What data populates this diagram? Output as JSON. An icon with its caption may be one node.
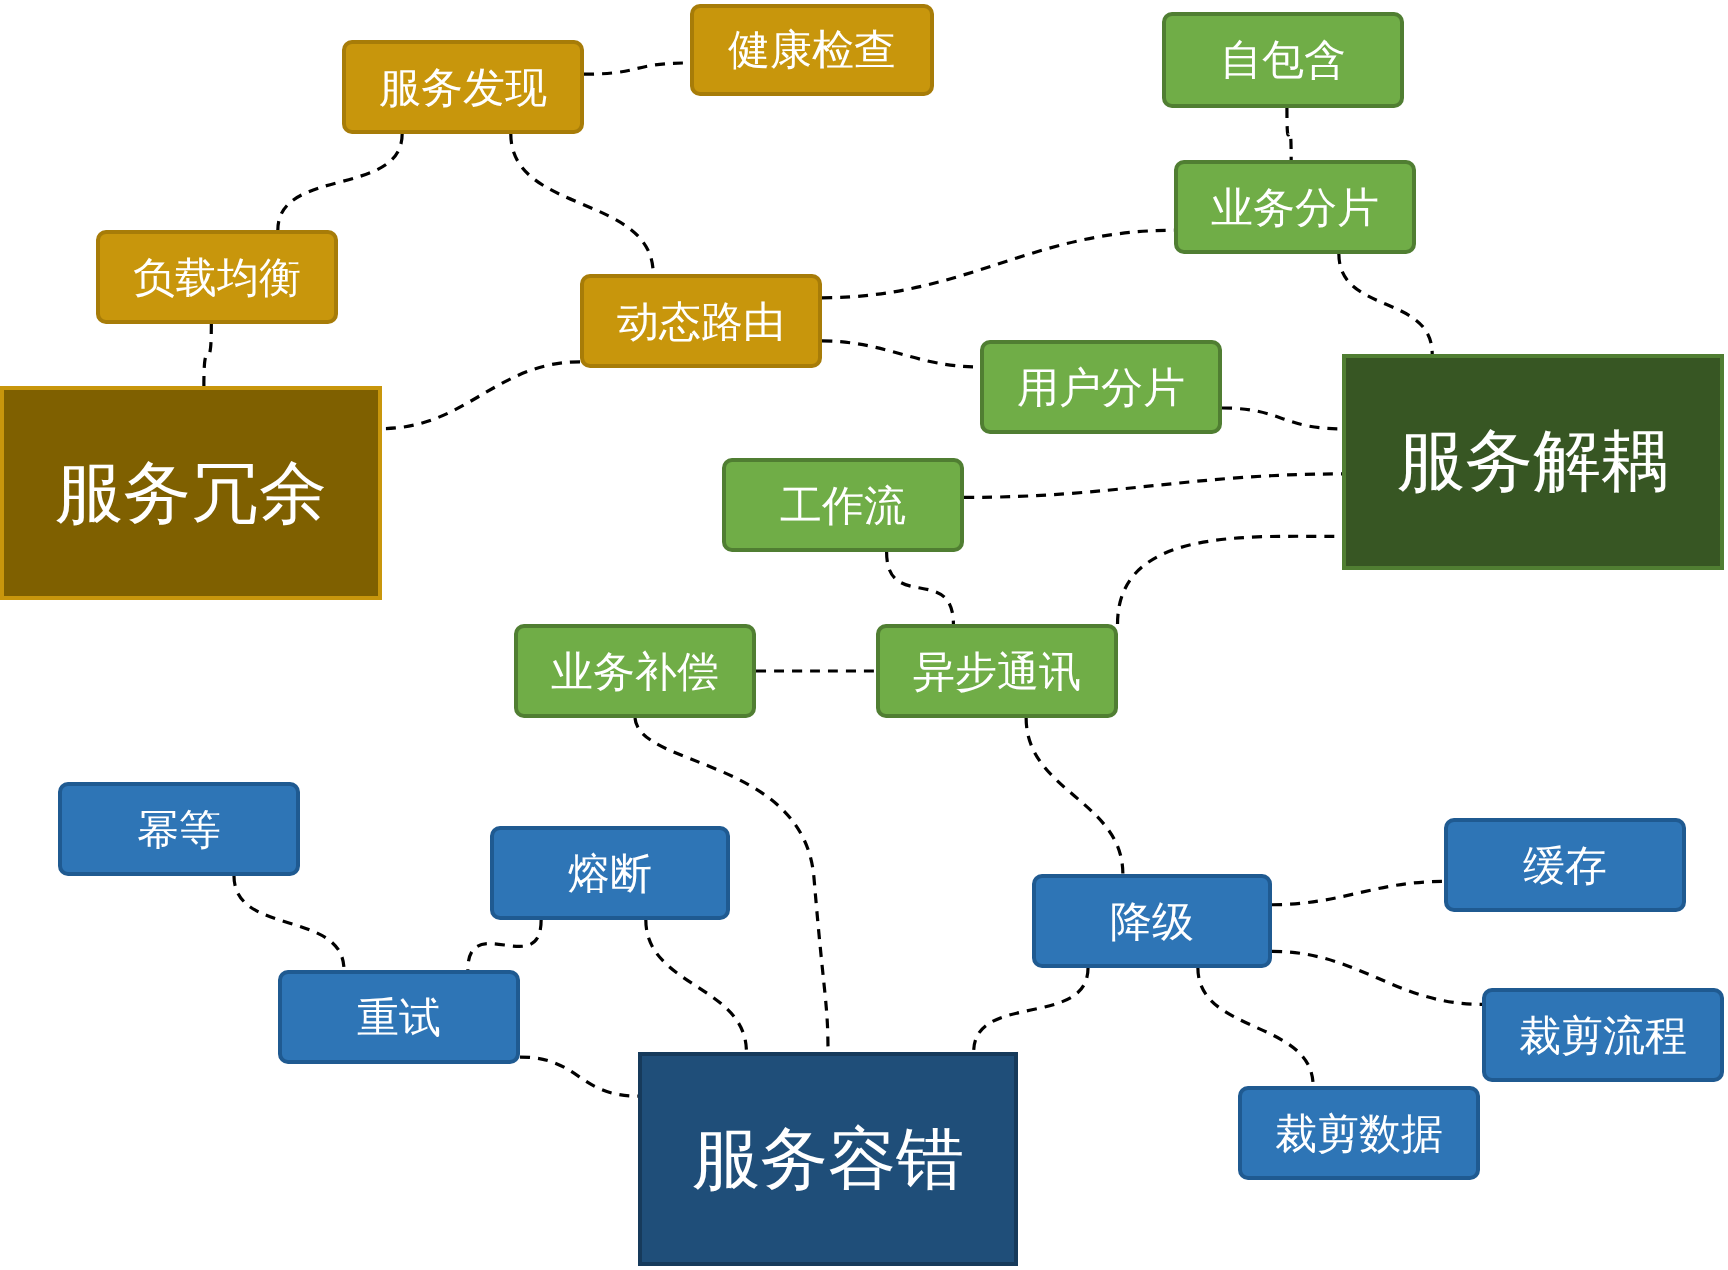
{
  "diagram": {
    "nodes": [
      {
        "text": [
          "服务发现"
        ]
      },
      {
        "text": [
          "健康检查"
        ]
      },
      {
        "text": [
          "负载均衡"
        ]
      },
      {
        "text": [
          "动态路由"
        ]
      },
      {
        "text": [
          "服务冗余"
        ]
      },
      {
        "text": [
          "自包含"
        ]
      },
      {
        "text": [
          "业务分片"
        ]
      },
      {
        "text": [
          "用户分片"
        ]
      },
      {
        "text": [
          "服务解耦"
        ]
      },
      {
        "text": [
          "工作流"
        ]
      },
      {
        "text": [
          "业务补偿"
        ]
      },
      {
        "text": [
          "异步通讯"
        ]
      },
      {
        "text": [
          "幂等"
        ]
      },
      {
        "text": [
          "熔断"
        ]
      },
      {
        "text": [
          "降级"
        ]
      },
      {
        "text": [
          "缓存"
        ]
      },
      {
        "text": [
          "重试"
        ]
      },
      {
        "text": [
          "裁剪流程"
        ]
      },
      {
        "text": [
          "服务容错"
        ]
      },
      {
        "text": [
          "裁剪数据"
        ]
      }
    ],
    "edges": [
      {
        "from": 0,
        "to": 1,
        "arrow": "none",
        "style": "dashed"
      },
      {
        "from": 0,
        "to": 2,
        "arrow": "none",
        "style": "dashed"
      },
      {
        "from": 0,
        "to": 3,
        "arrow": "none",
        "style": "dashed"
      },
      {
        "from": 2,
        "to": 4,
        "arrow": "none",
        "style": "dashed"
      },
      {
        "from": 3,
        "to": 4,
        "arrow": "none",
        "style": "dashed"
      },
      {
        "from": 3,
        "to": 6,
        "arrow": "none",
        "style": "dashed"
      },
      {
        "from": 3,
        "to": 7,
        "arrow": "none",
        "style": "dashed"
      },
      {
        "from": 5,
        "to": 6,
        "arrow": "none",
        "style": "dashed"
      },
      {
        "from": 6,
        "to": 8,
        "arrow": "none",
        "style": "dashed"
      },
      {
        "from": 7,
        "to": 8,
        "arrow": "none",
        "style": "dashed"
      },
      {
        "from": 9,
        "to": 8,
        "arrow": "none",
        "style": "dashed"
      },
      {
        "from": 9,
        "to": 11,
        "arrow": "none",
        "style": "dashed"
      },
      {
        "from": 11,
        "to": 8,
        "arrow": "none",
        "style": "dashed"
      },
      {
        "from": 10,
        "to": 11,
        "arrow": "none",
        "style": "dashed"
      },
      {
        "from": 10,
        "to": 18,
        "arrow": "none",
        "style": "dashed"
      },
      {
        "from": 11,
        "to": 14,
        "arrow": "none",
        "style": "dashed"
      },
      {
        "from": 12,
        "to": 16,
        "arrow": "none",
        "style": "dashed"
      },
      {
        "from": 13,
        "to": 16,
        "arrow": "none",
        "style": "dashed"
      },
      {
        "from": 13,
        "to": 18,
        "arrow": "none",
        "style": "dashed"
      },
      {
        "from": 16,
        "to": 18,
        "arrow": "none",
        "style": "dashed"
      },
      {
        "from": 14,
        "to": 18,
        "arrow": "none",
        "style": "dashed"
      },
      {
        "from": 14,
        "to": 15,
        "arrow": "none",
        "style": "dashed"
      },
      {
        "from": 14,
        "to": 17,
        "arrow": "none",
        "style": "dashed"
      },
      {
        "from": 14,
        "to": 19,
        "arrow": "none",
        "style": "dashed"
      }
    ]
  }
}
